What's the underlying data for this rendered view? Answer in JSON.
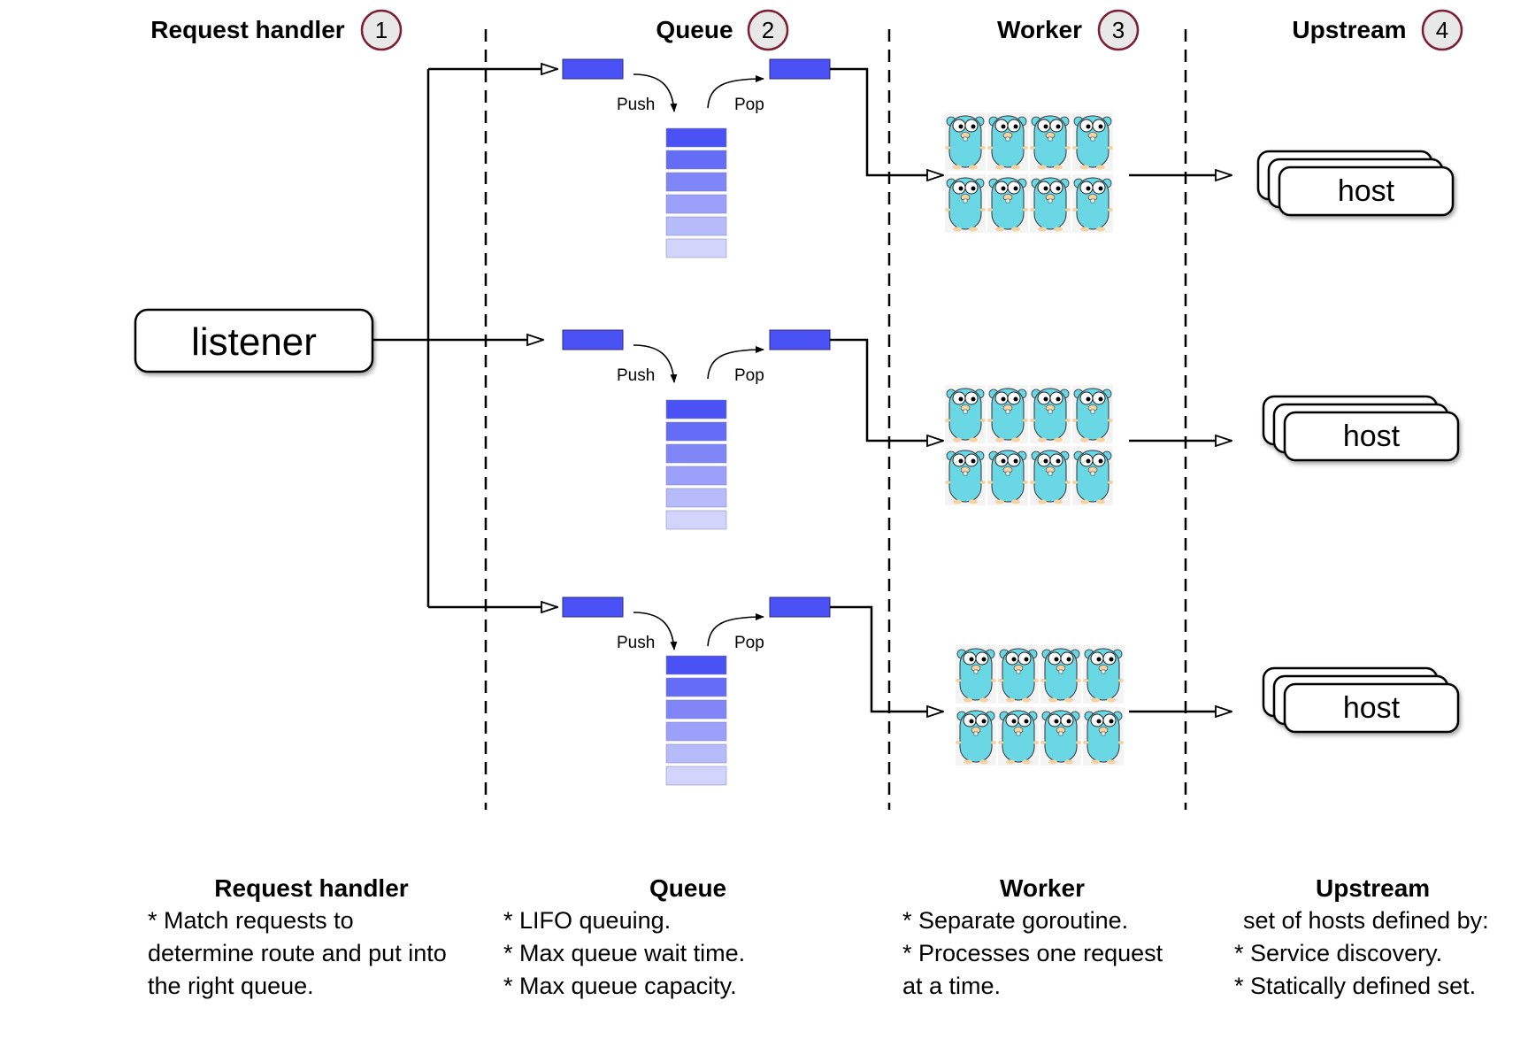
{
  "columns": [
    {
      "title": "Request handler",
      "number": "1"
    },
    {
      "title": "Queue",
      "number": "2"
    },
    {
      "title": "Worker",
      "number": "3"
    },
    {
      "title": "Upstream",
      "number": "4"
    }
  ],
  "listener_label": "listener",
  "push_label": "Push",
  "pop_label": "Pop",
  "host_label": "host",
  "colors": {
    "queue_item": "#4a52f5",
    "circle_border": "#7a1f35",
    "circle_fill": "#e8e8e8",
    "gopher": "#6ad7e5"
  },
  "descriptions": {
    "request_handler": {
      "title": "Request handler",
      "lines": [
        "* Match requests to",
        "determine route and put into",
        "the right queue."
      ]
    },
    "queue": {
      "title": "Queue",
      "lines": [
        "* LIFO queuing.",
        "* Max queue wait time.",
        "* Max queue capacity."
      ]
    },
    "worker": {
      "title": "Worker",
      "lines": [
        "* Separate goroutine.",
        "* Processes one request",
        "at a time."
      ]
    },
    "upstream": {
      "title": "Upstream",
      "lines": [
        "set of hosts defined by:",
        "* Service discovery.",
        "* Statically defined set."
      ]
    }
  }
}
